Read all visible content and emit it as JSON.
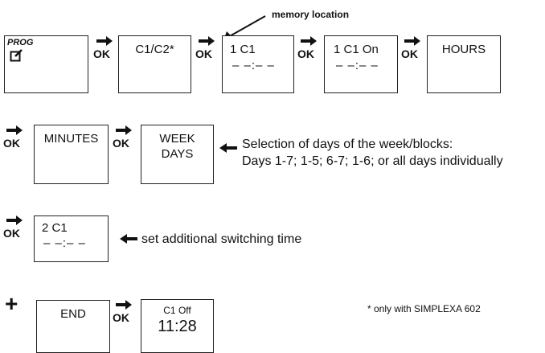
{
  "annotation": {
    "memory_location": "memory location"
  },
  "ok_label": "OK",
  "row1": {
    "prog_box": {
      "label": "PROG",
      "icon": "pencil-edit-icon"
    },
    "c1c2_box": {
      "line1": "C1/C2*"
    },
    "mem_box": {
      "line1": "1  C1",
      "line2": "– –:– –"
    },
    "on_box": {
      "line1": "1  C1 On",
      "line2": "– –:– –"
    },
    "hours_box": {
      "line1": "HOURS"
    }
  },
  "row2": {
    "minutes_box": {
      "line1": "MINUTES"
    },
    "weekdays_box": {
      "line1": "WEEK",
      "line2": "DAYS"
    },
    "note_line1": "Selection of days of the week/blocks:",
    "note_line2": "Days 1-7; 1-5; 6-7; 1-6; or all days individually"
  },
  "row3": {
    "c2_box": {
      "line1": "2  C1",
      "line2": "– –:– –"
    },
    "note": "set additional switching time"
  },
  "row4": {
    "plus": "+",
    "end_box": {
      "line1": "END"
    },
    "off_box": {
      "line1": "C1 Off",
      "line2": "11:28"
    },
    "footnote": "* only with SIMPLEXA 602"
  }
}
